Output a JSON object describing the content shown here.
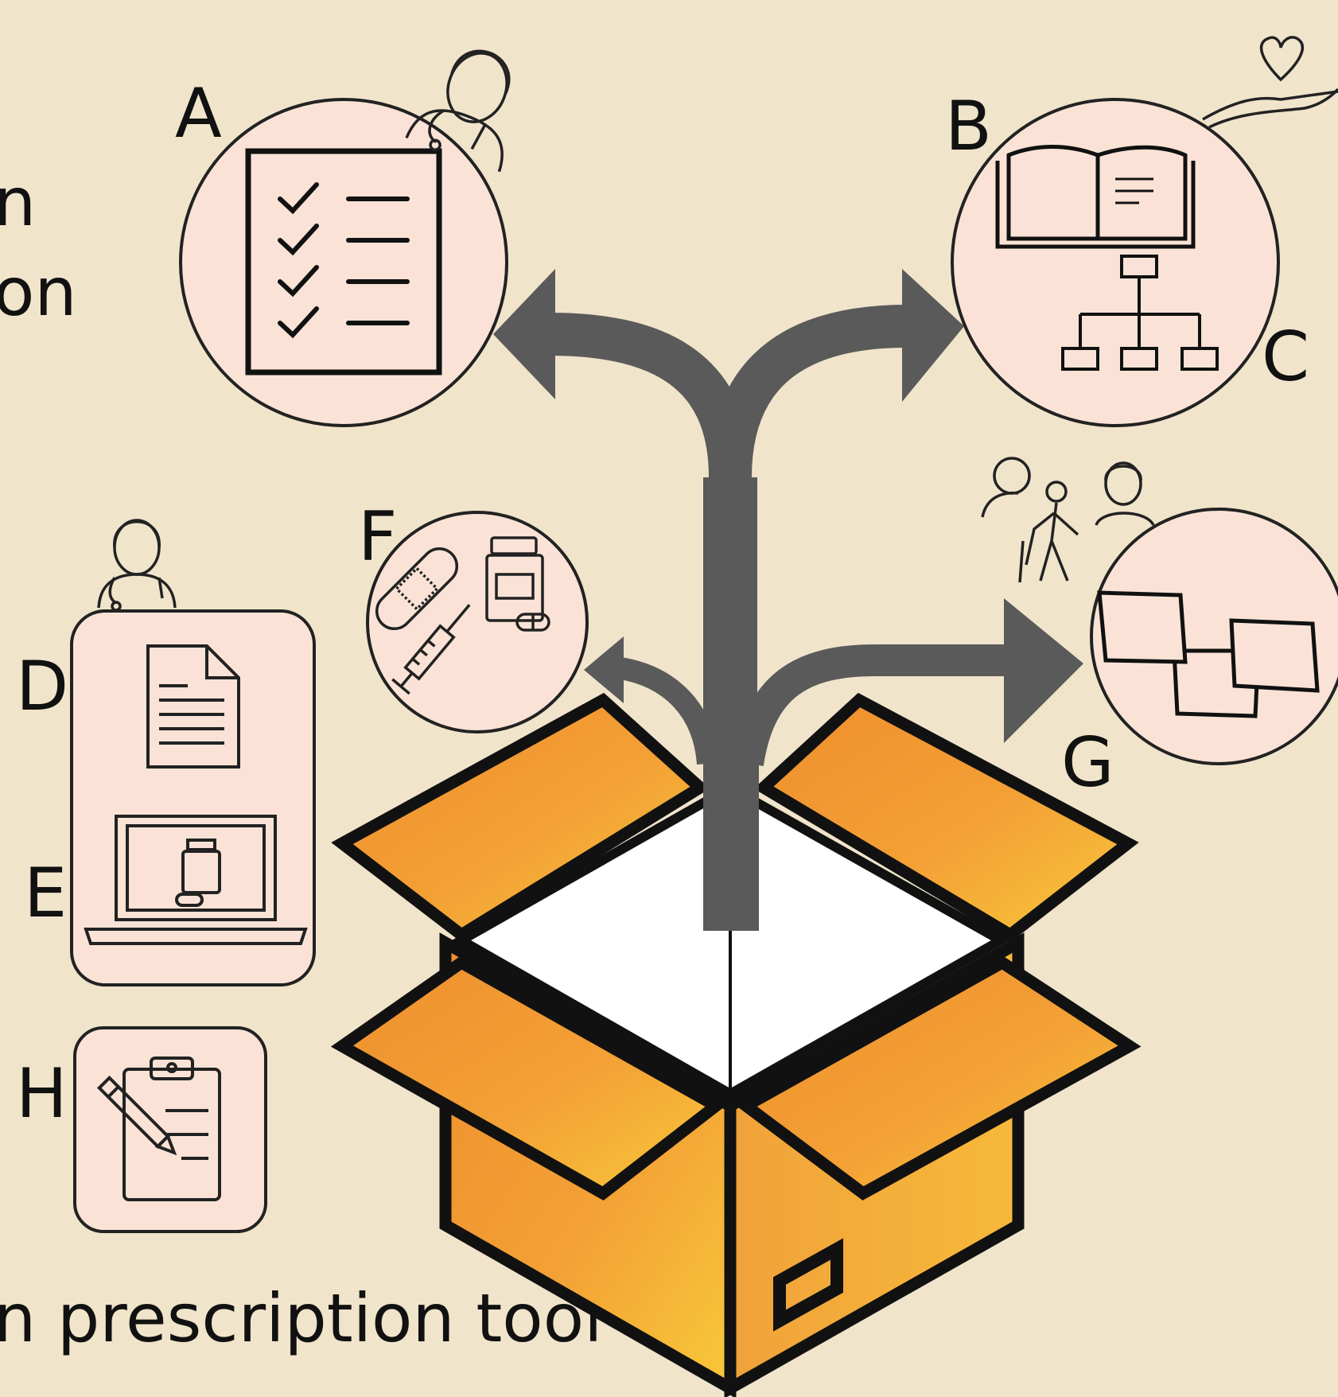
{
  "labels": {
    "a": "A",
    "b": "B",
    "c": "C",
    "d": "D",
    "e": "E",
    "f": "F",
    "g": "G",
    "h": "H"
  },
  "fragments": {
    "left_line_1": "n",
    "left_line_2": "on",
    "bottom_line": "n prescription tool"
  },
  "colors": {
    "background": "#f0e4cb",
    "panel_fill": "#fae3d6",
    "arrow": "#5a5a5a",
    "box_orange": "#f0952e",
    "box_yellow": "#f6c63a",
    "stroke": "#111111"
  },
  "icons": [
    "doctor-icon",
    "checklist-icon",
    "heart-hand-icon",
    "book-icon",
    "org-chart-icon",
    "nurse-icon",
    "document-icon",
    "laptop-icon",
    "clipboard-pencil-icon",
    "bandage-icon",
    "syringe-icon",
    "medicine-bottle-icon",
    "pill-icon",
    "family-elderly-icon",
    "sticky-notes-icon",
    "open-box-icon"
  ]
}
